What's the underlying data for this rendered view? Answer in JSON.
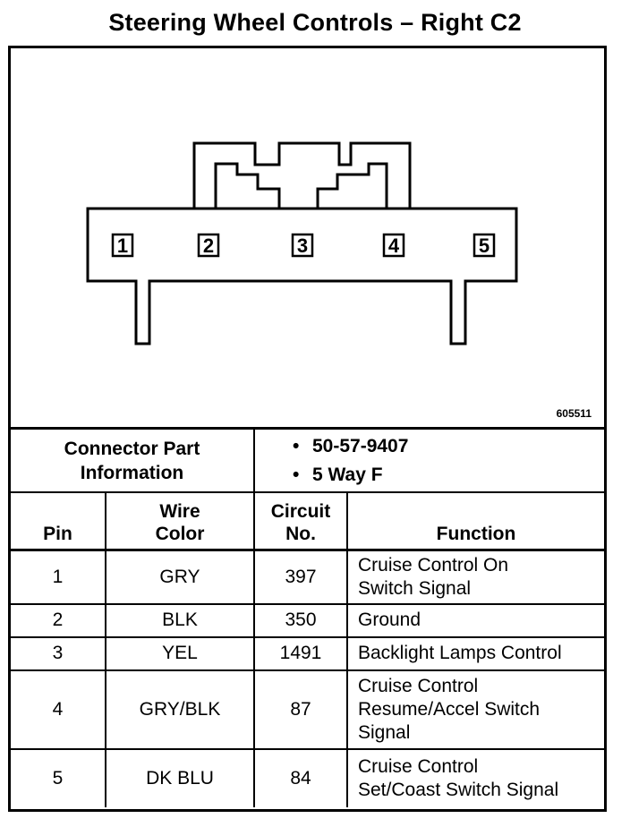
{
  "title": "Steering Wheel Controls – Right C2",
  "figure_id": "605511",
  "connector": {
    "pins": [
      "1",
      "2",
      "3",
      "4",
      "5"
    ]
  },
  "connector_part": {
    "label_line1": "Connector Part",
    "label_line2": "Information",
    "items": [
      "50-57-9407",
      "5 Way F"
    ]
  },
  "table": {
    "headers": {
      "pin": "Pin",
      "wire_line1": "Wire",
      "wire_line2": "Color",
      "circuit_line1": "Circuit",
      "circuit_line2": "No.",
      "function": "Function"
    },
    "rows": [
      {
        "pin": "1",
        "color": "GRY",
        "circuit": "397",
        "function_lines": [
          "Cruise Control On",
          "Switch Signal"
        ]
      },
      {
        "pin": "2",
        "color": "BLK",
        "circuit": "350",
        "function_lines": [
          "Ground"
        ]
      },
      {
        "pin": "3",
        "color": "YEL",
        "circuit": "1491",
        "function_lines": [
          "Backlight Lamps Control"
        ]
      },
      {
        "pin": "4",
        "color": "GRY/BLK",
        "circuit": "87",
        "function_lines": [
          "Cruise Control",
          "Resume/Accel Switch",
          "Signal"
        ]
      },
      {
        "pin": "5",
        "color": "DK BLU",
        "circuit": "84",
        "function_lines": [
          "Cruise Control",
          "Set/Coast Switch Signal"
        ]
      }
    ]
  }
}
